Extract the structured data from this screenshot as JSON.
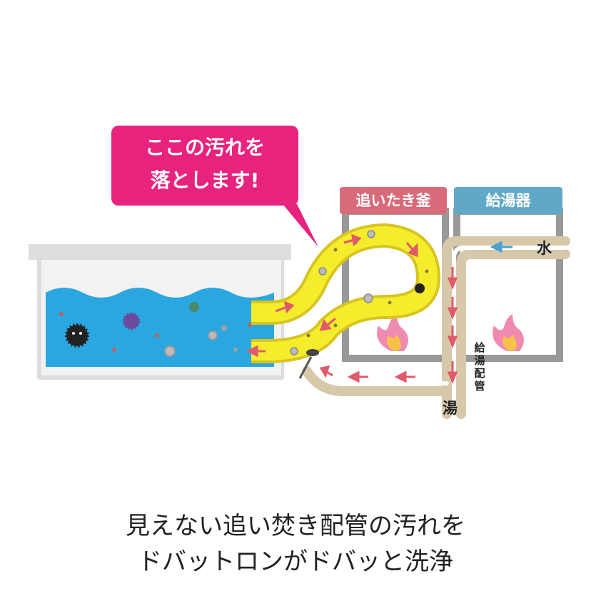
{
  "callout": {
    "line1": "ここの汚れを",
    "line2": "落とします!"
  },
  "labels": {
    "oidaki_gama": "追いたき釜",
    "kyutouki": "給湯器",
    "mizu": "水",
    "yu": "湯",
    "kyutou_pipe": "給湯配管"
  },
  "caption": {
    "line1": "見えない追い焚き配管の汚れを",
    "line2": "ドバットロンがドバッと洗浄"
  },
  "colors": {
    "callout": "#e8237e",
    "oidaki_tag": "#d86a7a",
    "kyutou_tag": "#5fa8c8",
    "water": "#2aa7e0",
    "pipe_yellow": "#f5ec2c",
    "pipe_beige": "#d8c8aa",
    "arrow_red": "#e05a6a",
    "arrow_blue": "#4aa0d0",
    "flame": "#f08ab0"
  }
}
